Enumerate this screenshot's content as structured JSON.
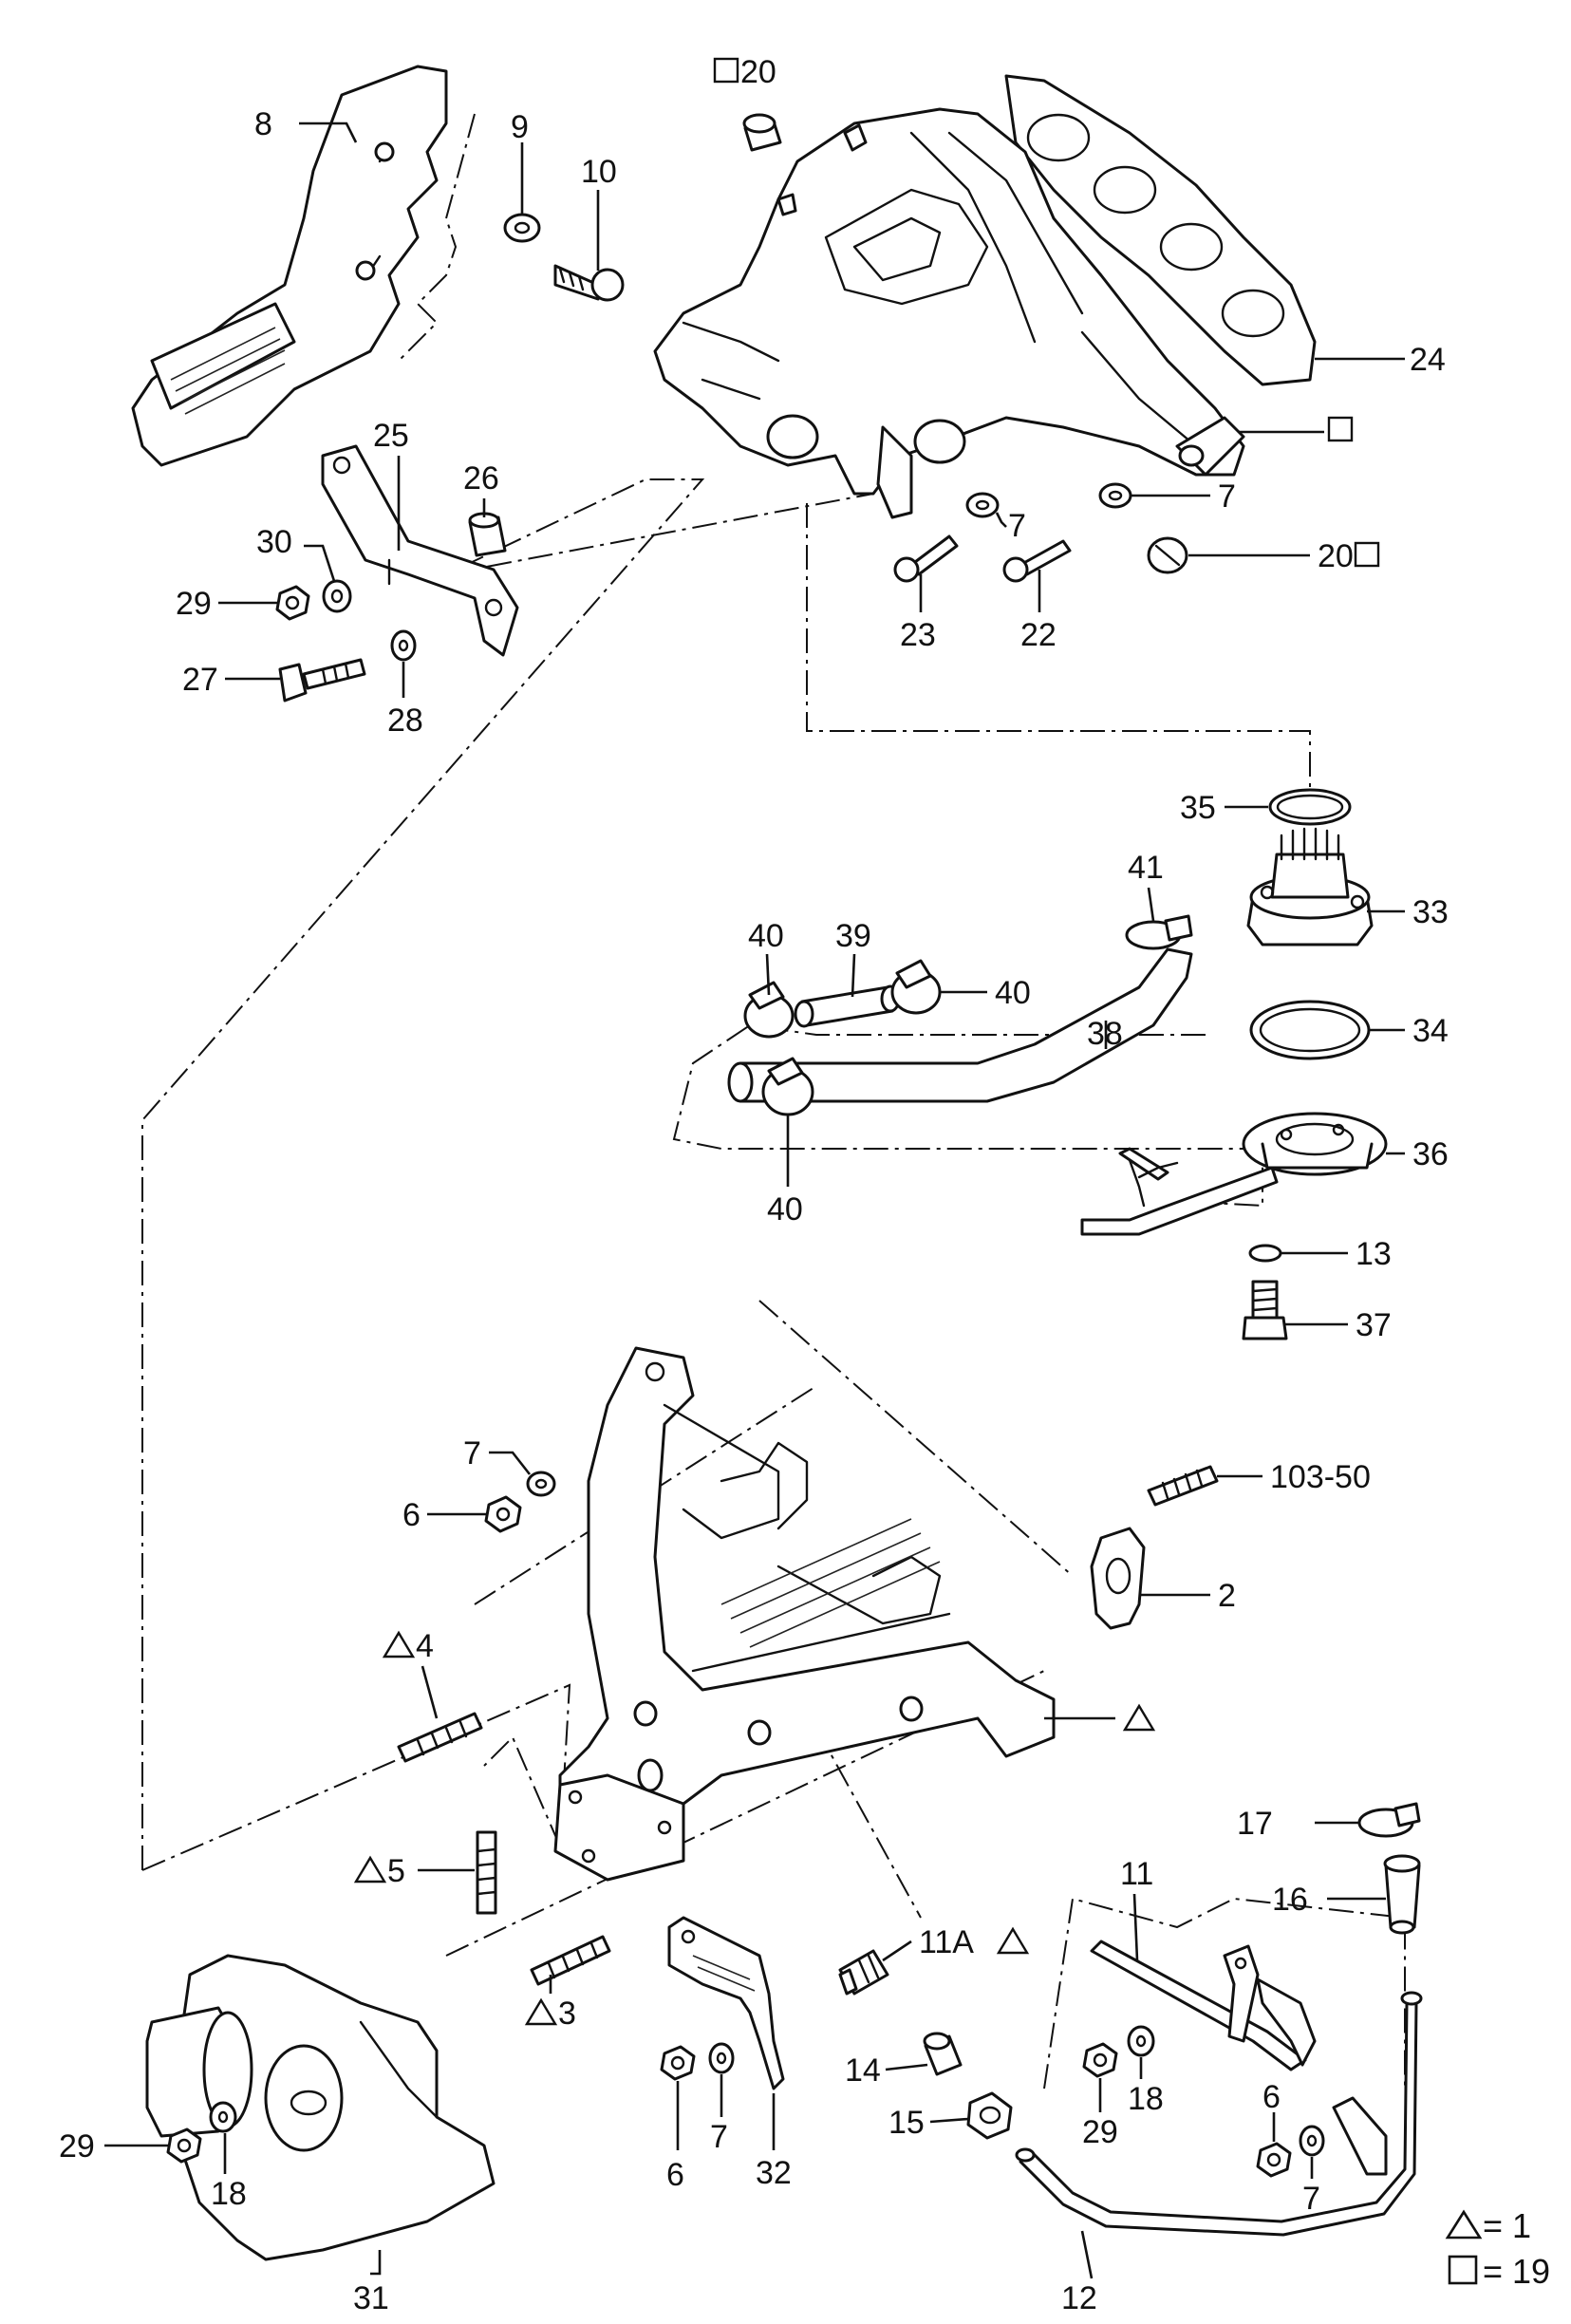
{
  "labels": {
    "p8": "8",
    "p9": "9",
    "p10": "10",
    "p20a": "20",
    "p24": "24",
    "p_box": "",
    "p25": "25",
    "p26": "26",
    "p30": "30",
    "p29a": "29",
    "p27": "27",
    "p28": "28",
    "p7a": "7",
    "p7b": "7",
    "p20b": "20",
    "p23": "23",
    "p22": "22",
    "p35": "35",
    "p41": "41",
    "p33": "33",
    "p40a": "40",
    "p39": "39",
    "p40b": "40",
    "p38": "38",
    "p34": "34",
    "p40c": "40",
    "p36": "36",
    "p13": "13",
    "p37": "37",
    "p7c": "7",
    "p6a": "6",
    "p103": "103-50",
    "p2": "2",
    "p4": "4",
    "p_tri": "",
    "p5": "5",
    "p17": "17",
    "p16": "16",
    "p11": "11",
    "p11a": "11A",
    "p3": "3",
    "p29b": "29",
    "p18a": "18",
    "p31": "31",
    "p6b": "6",
    "p7d": "7",
    "p32": "32",
    "p14": "14",
    "p15": "15",
    "p29c": "29",
    "p18b": "18",
    "p6c": "6",
    "p7e": "7",
    "p12": "12"
  },
  "legend": {
    "triangle_value": "= 1",
    "square_value": "= 19"
  }
}
